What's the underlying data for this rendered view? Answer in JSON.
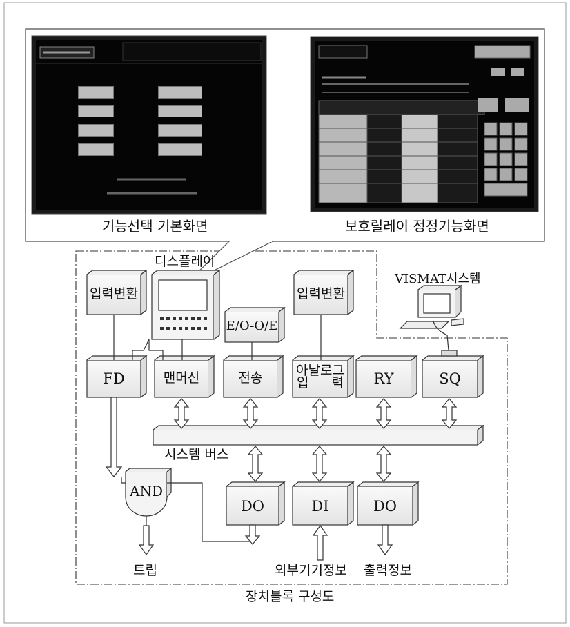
{
  "screens": {
    "left_caption": "기능선택 기본화면",
    "right_caption": "보호릴레이 정정기능화면"
  },
  "blocks": {
    "display": "디스플레이",
    "input_conv_left": "입력변환",
    "input_conv_right": "입력변환",
    "eo_oe": "E/O-O/E",
    "vismat": "VISMAT시스템",
    "fd": "FD",
    "mmi": "맨머신",
    "transmission": "전송",
    "analog_line1": "아날로그",
    "analog_line2_a": "입",
    "analog_line2_b": "력",
    "ry": "RY",
    "sq": "SQ",
    "system_bus": "시스템 버스",
    "do_left": "DO",
    "di": "DI",
    "do_right": "DO",
    "and_gate": "AND",
    "trip": "트립",
    "external_info": "외부기기정보",
    "output_info": "출력정보"
  },
  "caption": "장치블록 구성도"
}
